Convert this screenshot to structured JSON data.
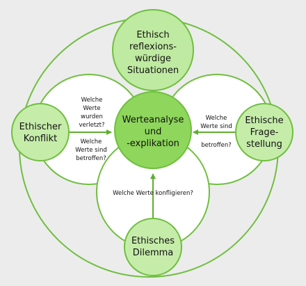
{
  "colors": {
    "background": "#ececec",
    "stroke": "#6fbf3f",
    "node_fill": "#c6ecaa",
    "node_fill_top": "#bfeaa1",
    "center_fill": "#8ed65c",
    "petal_fill": "#ffffff",
    "arrow": "#5fae30"
  },
  "center": {
    "label": "Werteanalyse\nund\n-explikation"
  },
  "nodes": {
    "top": {
      "label": "Ethisch\nreflexions-\nwürdige\nSituationen"
    },
    "left": {
      "label": "Ethischer\nKonflikt"
    },
    "right": {
      "label": "Ethische\nFrage-\nstellung"
    },
    "bottom": {
      "label": "Ethisches\nDilemma"
    }
  },
  "petals": {
    "left_upper": "Welche\nWerte\nwurden\nverletzt?",
    "left_lower": "Welche\nWerte sind\nbetroffen?",
    "right_upper": "Welche\nWerte sind",
    "right_lower": "betroffen?",
    "bottom": "Welche Werte konfligieren?"
  }
}
